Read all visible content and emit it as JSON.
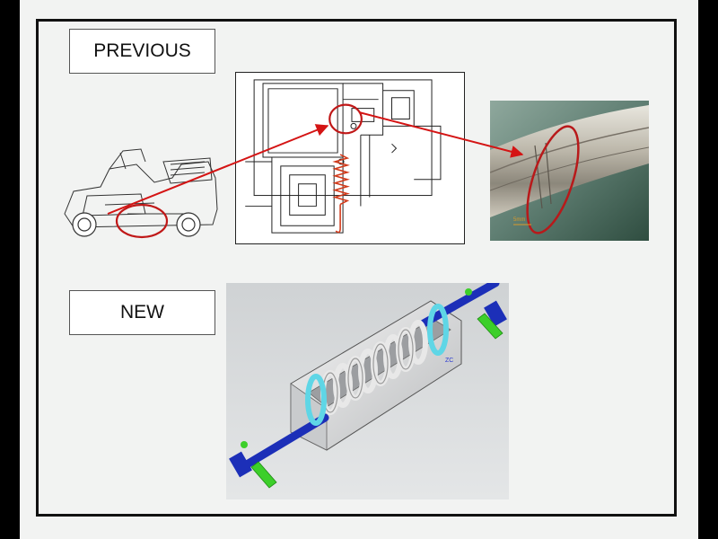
{
  "labels": {
    "previous": "PREVIOUS",
    "new": "NEW"
  },
  "photo": {
    "scale_text": "5mm"
  },
  "cad": {
    "axis_text": "ZC"
  },
  "colors": {
    "highlight": "#d41414",
    "cad_blue": "#1c2fb8",
    "cad_cyan": "#5fd6e6",
    "cad_green": "#3ccf2a",
    "spring": "#d23a1a"
  }
}
